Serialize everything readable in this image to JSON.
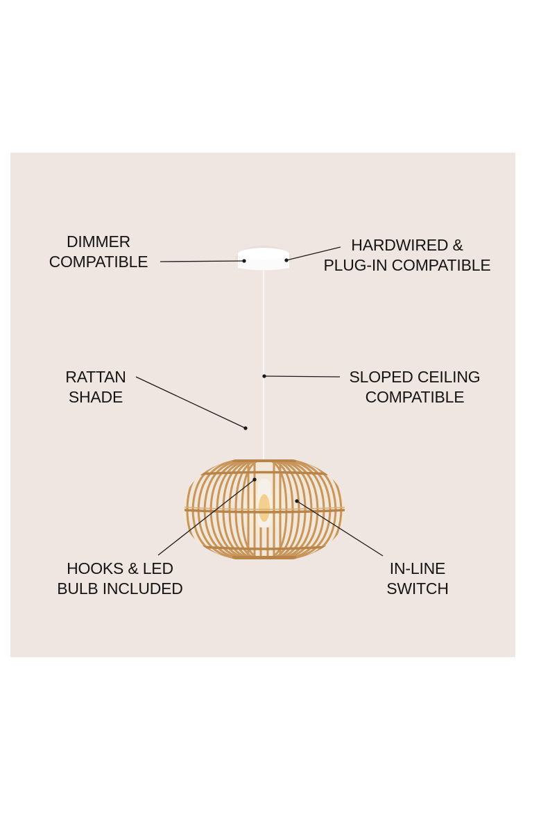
{
  "image": {
    "subject": "rattan-pendant-lamp",
    "background_color": "#ffffff",
    "panel_color": "#efe5e1",
    "text_color": "#141414",
    "rattan_color": "#c89a5f"
  },
  "callouts": [
    {
      "id": "dimmer",
      "line1": "DIMMER",
      "line2": "COMPATIBLE"
    },
    {
      "id": "hardwired",
      "line1": "HARDWIRED &",
      "line2": "PLUG-IN COMPATIBLE"
    },
    {
      "id": "rattan",
      "line1": "RATTAN",
      "line2": "SHADE"
    },
    {
      "id": "sloped",
      "line1": "SLOPED CEILING",
      "line2": "COMPATIBLE"
    },
    {
      "id": "hooks",
      "line1": "HOOKS & LED",
      "line2": "BULB INCLUDED"
    },
    {
      "id": "switch",
      "line1": "IN-LINE",
      "line2": "SWITCH"
    }
  ]
}
